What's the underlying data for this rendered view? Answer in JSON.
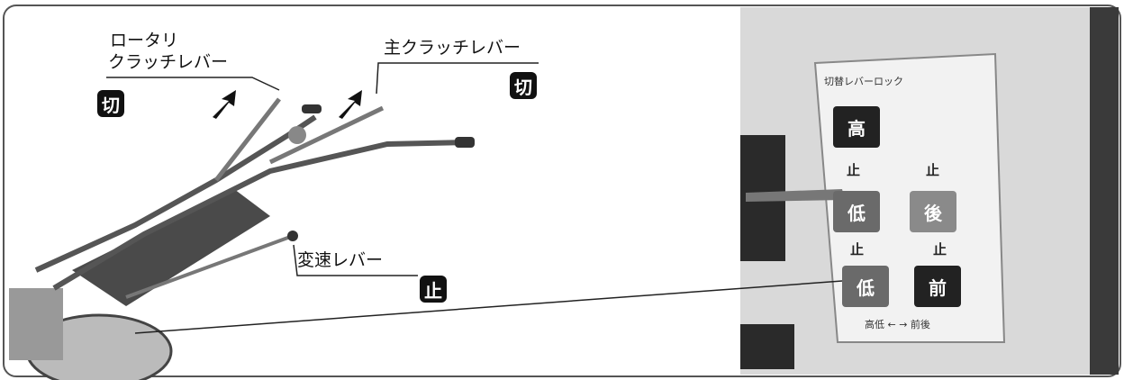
{
  "callouts": {
    "rotary_clutch_line1": "ロータリ",
    "rotary_clutch_line2": "クラッチレバー",
    "main_clutch": "主クラッチレバー",
    "shift_lever": "変速レバー"
  },
  "badges": {
    "rotary_off": "切",
    "main_off": "切",
    "shift_stop": "止"
  },
  "panel": {
    "header": "切替レバーロック",
    "keys": [
      "高",
      "低",
      "後",
      "前",
      "低"
    ],
    "notes": [
      "止",
      "止",
      "止",
      "止"
    ],
    "footer": "高低 ← → 前後"
  }
}
